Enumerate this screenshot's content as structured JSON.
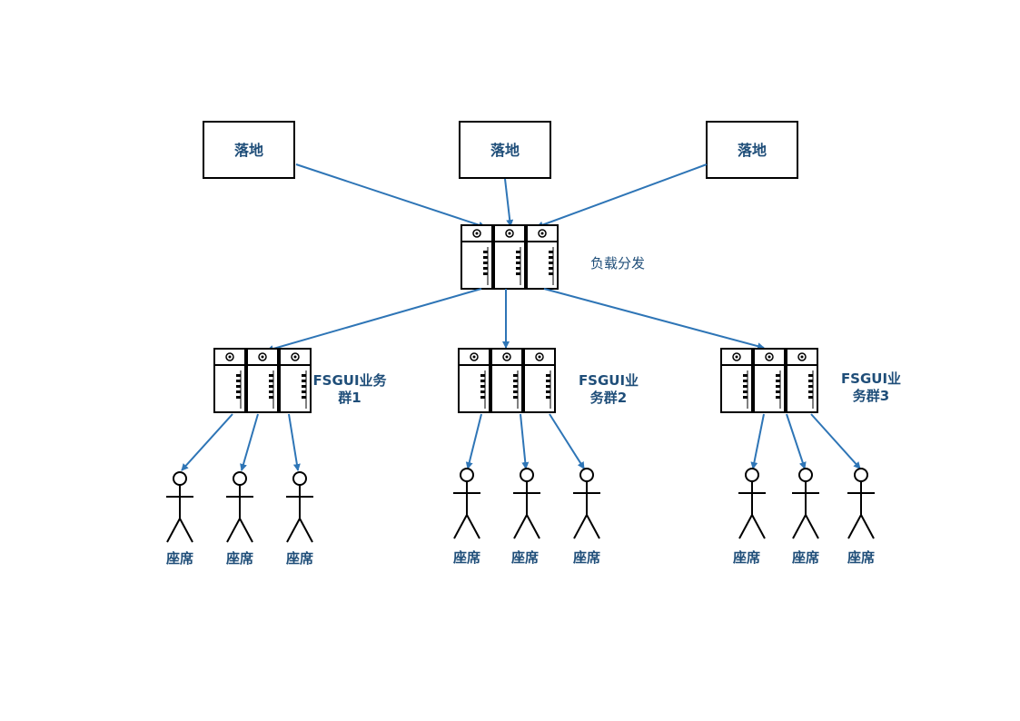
{
  "landing_nodes": [
    {
      "label": "落地"
    },
    {
      "label": "落地"
    },
    {
      "label": "落地"
    }
  ],
  "load_balancer": {
    "label": "负载分发"
  },
  "groups": [
    {
      "label_line1": "FSGUI业务",
      "label_line2": "群1",
      "seats": [
        "座席",
        "座席",
        "座席"
      ]
    },
    {
      "label_line1": "FSGUI业",
      "label_line2": "务群2",
      "seats": [
        "座席",
        "座席",
        "座席"
      ]
    },
    {
      "label_line1": "FSGUI业",
      "label_line2": "务群3",
      "seats": [
        "座席",
        "座席",
        "座席"
      ]
    }
  ],
  "colors": {
    "arrow": "#2e75b6",
    "text": "#1f4e79",
    "outline": "#000000"
  }
}
